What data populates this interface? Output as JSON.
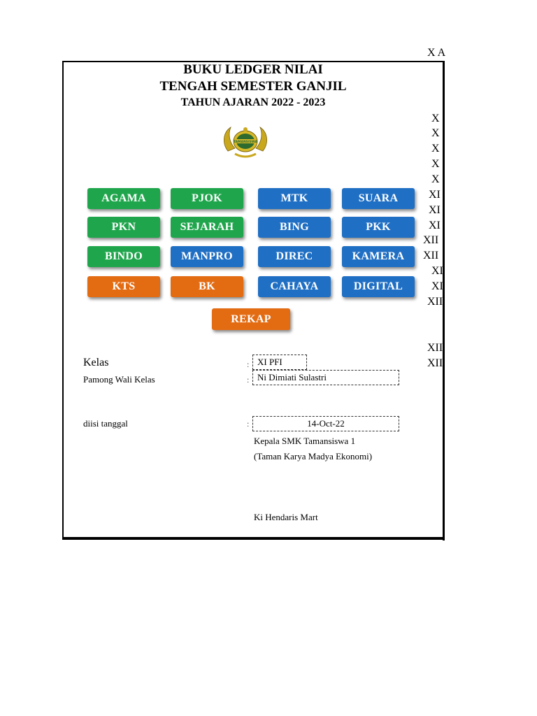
{
  "header": {
    "title": "BUKU LEDGER NILAI",
    "subtitle": "TENGAH SEMESTER GANJIL",
    "year": "TAHUN AJARAN 2022 - 2023"
  },
  "logo": {
    "icon": "tamansiswa-emblem-icon",
    "text": "TAMANSISWA"
  },
  "buttons": [
    {
      "label": "AGAMA",
      "color": "#1fa64c"
    },
    {
      "label": "PJOK",
      "color": "#1fa64c"
    },
    {
      "label": "MTK",
      "color": "#1f6fc4"
    },
    {
      "label": "SUARA",
      "color": "#1f6fc4"
    },
    {
      "label": "PKN",
      "color": "#1fa64c"
    },
    {
      "label": "SEJARAH",
      "color": "#1fa64c"
    },
    {
      "label": "BING",
      "color": "#1f6fc4"
    },
    {
      "label": "PKK",
      "color": "#1f6fc4"
    },
    {
      "label": "BINDO",
      "color": "#1fa64c"
    },
    {
      "label": "MANPRO",
      "color": "#1f6fc4"
    },
    {
      "label": "DIREC",
      "color": "#1f6fc4"
    },
    {
      "label": "KAMERA",
      "color": "#1f6fc4"
    },
    {
      "label": "KTS",
      "color": "#e36b12"
    },
    {
      "label": "BK",
      "color": "#e36b12"
    },
    {
      "label": "CAHAYA",
      "color": "#1f6fc4"
    },
    {
      "label": "DIGITAL",
      "color": "#1f6fc4"
    }
  ],
  "rekap": {
    "label": "REKAP",
    "color": "#e36b12"
  },
  "form": {
    "kelas_label": "Kelas",
    "kelas_value": "XI PFI",
    "pamong_label": "Pamong Wali Kelas",
    "pamong_value": "Ni Dimiati Sulastri",
    "diisi_label": "diisi tanggal",
    "diisi_value": "14-Oct-22",
    "colon": ":"
  },
  "signature": {
    "line1": "Kepala SMK Tamansiswa 1",
    "line2": "(Taman Karya Madya Ekonomi)",
    "name": "Ki Hendaris Mart"
  },
  "side_list": [
    "X A",
    "X",
    "X",
    "X",
    "X",
    "X",
    "XI",
    "XI",
    "XI",
    "XII",
    "XII",
    "XI",
    "XI",
    "XII",
    "XII",
    "XII"
  ]
}
